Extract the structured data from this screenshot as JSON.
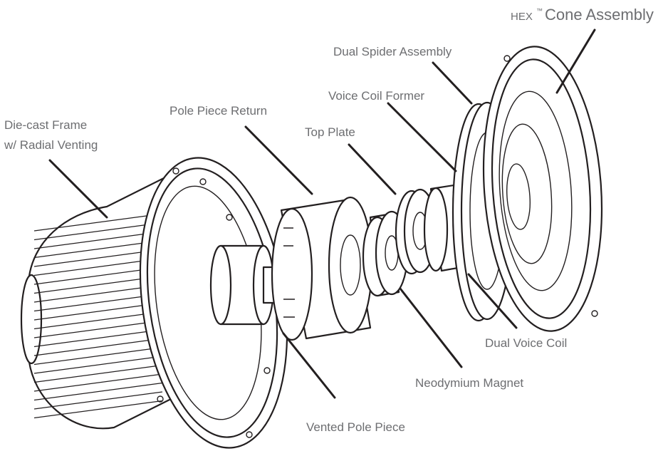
{
  "labels": {
    "hex_brand": "HEX",
    "hex_tm": "™",
    "cone_assembly": "Cone Assembly",
    "dual_spider": "Dual Spider Assembly",
    "voice_coil_former": "Voice Coil Former",
    "pole_piece_return": "Pole Piece Return",
    "top_plate": "Top Plate",
    "frame_line1": "Die-cast Frame",
    "frame_line2": "w/ Radial Venting",
    "dual_voice_coil": "Dual Voice Coil",
    "neodymium_magnet": "Neodymium Magnet",
    "vented_pole_piece": "Vented Pole Piece"
  },
  "colors": {
    "label_gray": "#6d6e71",
    "outline": "#231f20",
    "background": "#ffffff"
  }
}
